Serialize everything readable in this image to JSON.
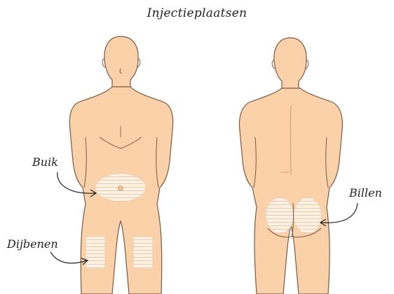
{
  "title": "Injectieplaatsen",
  "labels": {
    "abdomen": "Buik",
    "thighs": "Dijbenen",
    "buttocks": "Billen"
  },
  "colors": {
    "skin": "#FAD1A8",
    "outline": "#7A5A45",
    "zone": "#FFF2E4",
    "zone_line": "#E8C9A8",
    "arrow": "#222222"
  }
}
